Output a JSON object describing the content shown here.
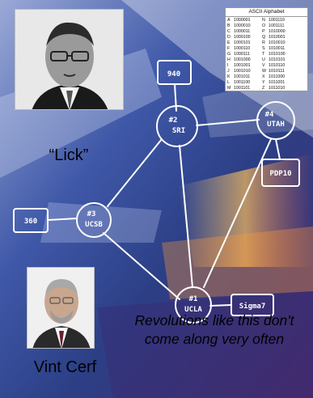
{
  "lick_caption": "“Lick”",
  "cerf_caption": "Vint Cerf",
  "tagline": "Revolutions like this don't come along very often",
  "ascii_table": {
    "title": "ASCII Alphabet",
    "left": [
      [
        "A",
        "1000001"
      ],
      [
        "B",
        "1000010"
      ],
      [
        "C",
        "1000011"
      ],
      [
        "D",
        "1000100"
      ],
      [
        "E",
        "1000101"
      ],
      [
        "F",
        "1000110"
      ],
      [
        "G",
        "1000111"
      ],
      [
        "H",
        "1001000"
      ],
      [
        "I",
        "1001001"
      ],
      [
        "J",
        "1001010"
      ],
      [
        "K",
        "1001011"
      ],
      [
        "L",
        "1001100"
      ],
      [
        "M",
        "1001101"
      ]
    ],
    "right": [
      [
        "N",
        "1001110"
      ],
      [
        "O",
        "1001111"
      ],
      [
        "P",
        "1010000"
      ],
      [
        "Q",
        "1010001"
      ],
      [
        "R",
        "1010010"
      ],
      [
        "S",
        "1010011"
      ],
      [
        "T",
        "1010100"
      ],
      [
        "U",
        "1010101"
      ],
      [
        "V",
        "1010110"
      ],
      [
        "W",
        "1010111"
      ],
      [
        "X",
        "1011000"
      ],
      [
        "Y",
        "1011001"
      ],
      [
        "Z",
        "1011010"
      ]
    ]
  },
  "network": {
    "nodes": [
      {
        "id": "sri",
        "labels": [
          "#2",
          "SRI"
        ]
      },
      {
        "id": "utah",
        "labels": [
          "#4",
          "UTAH"
        ]
      },
      {
        "id": "ucsb",
        "labels": [
          "#3",
          "UCSB"
        ]
      },
      {
        "id": "ucla",
        "labels": [
          "#1",
          "UCLA"
        ]
      }
    ],
    "hosts": [
      {
        "id": "940",
        "label": "940"
      },
      {
        "id": "pdp10",
        "label": "PDP10"
      },
      {
        "id": "360",
        "label": "360"
      },
      {
        "id": "sigma7",
        "label": "Sigma7"
      }
    ]
  }
}
